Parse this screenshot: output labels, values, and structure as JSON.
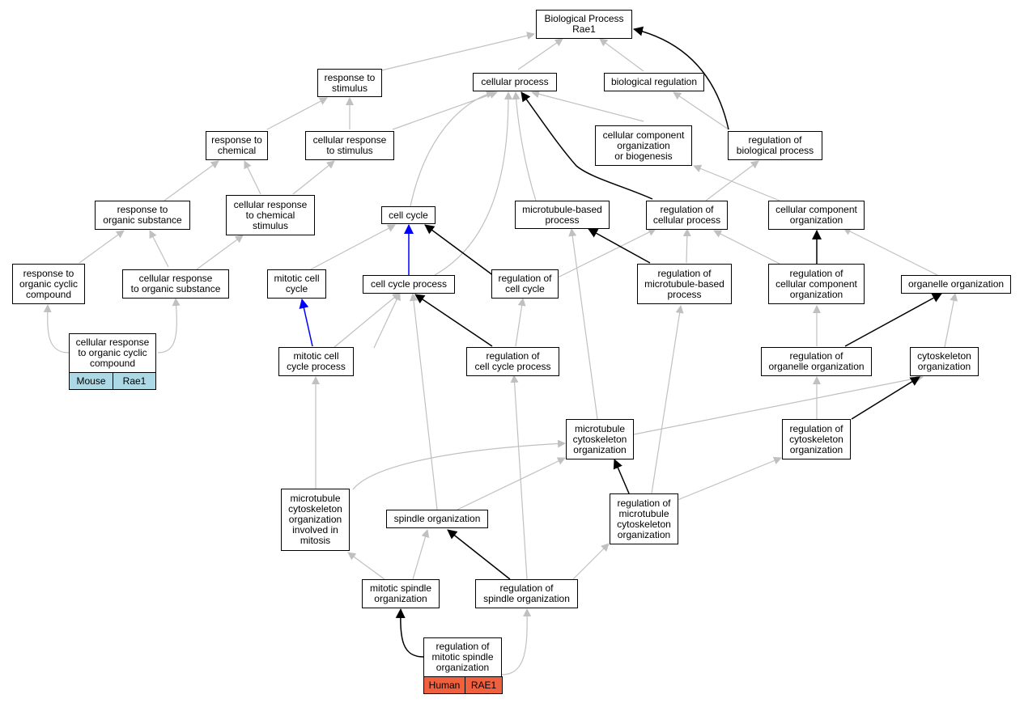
{
  "nodes": {
    "bp_root": "Biological Process\nRae1",
    "response_to_stimulus": "response to\nstimulus",
    "cellular_process": "cellular process",
    "biological_regulation": "biological regulation",
    "response_to_chemical": "response to\nchemical",
    "cellular_response_to_stimulus": "cellular response\nto stimulus",
    "ccob": "cellular component\norganization\nor biogenesis",
    "regulation_of_biological_process": "regulation of\nbiological process",
    "response_to_organic_substance": "response to\norganic substance",
    "cellular_response_to_chemical_stimulus": "cellular response\nto chemical\nstimulus",
    "cell_cycle": "cell cycle",
    "microtubule_based_process": "microtubule-based\nprocess",
    "regulation_of_cellular_process": "regulation of\ncellular process",
    "cellular_component_organization": "cellular component\norganization",
    "response_to_organic_cyclic_compound": "response to\norganic cyclic\ncompound",
    "cellular_response_to_organic_substance": "cellular response\nto organic substance",
    "mitotic_cell_cycle": "mitotic cell\ncycle",
    "cell_cycle_process": "cell cycle process",
    "regulation_of_cell_cycle": "regulation of\ncell cycle",
    "regulation_of_microtubule_based_process": "regulation of\nmicrotubule-based\nprocess",
    "regulation_of_ccorg": "regulation of\ncellular component\norganization",
    "organelle_organization": "organelle organization",
    "cellular_response_to_organic_cyclic_compound": "cellular response\nto organic cyclic\ncompound",
    "mitotic_cell_cycle_process": "mitotic cell\ncycle process",
    "regulation_of_cell_cycle_process": "regulation of\ncell cycle process",
    "regulation_of_organelle_organization": "regulation of\norganelle organization",
    "cytoskeleton_organization": "cytoskeleton\norganization",
    "microtubule_cytoskeleton_organization": "microtubule\ncytoskeleton\norganization",
    "regulation_of_cytoskeleton_organization": "regulation of\ncytoskeleton\norganization",
    "mco_involved_in_mitosis": "microtubule\ncytoskeleton\norganization\ninvolved in\nmitosis",
    "spindle_organization": "spindle organization",
    "regulation_of_mco": "regulation of\nmicrotubule\ncytoskeleton\norganization",
    "mitotic_spindle_organization": "mitotic spindle\norganization",
    "regulation_of_spindle_organization": "regulation of\nspindle organization",
    "regulation_of_mitotic_spindle_organization": "regulation of\nmitotic spindle\norganization"
  },
  "legends": {
    "mouse": {
      "species": "Mouse",
      "gene": "Rae1"
    },
    "human": {
      "species": "Human",
      "gene": "RAE1"
    }
  },
  "colors": {
    "edge_default": "#c0c0c0",
    "edge_regulates": "#000000",
    "edge_part_of": "#0000ff",
    "mouse_fill": "#add8e6",
    "human_fill": "#f0603f"
  }
}
